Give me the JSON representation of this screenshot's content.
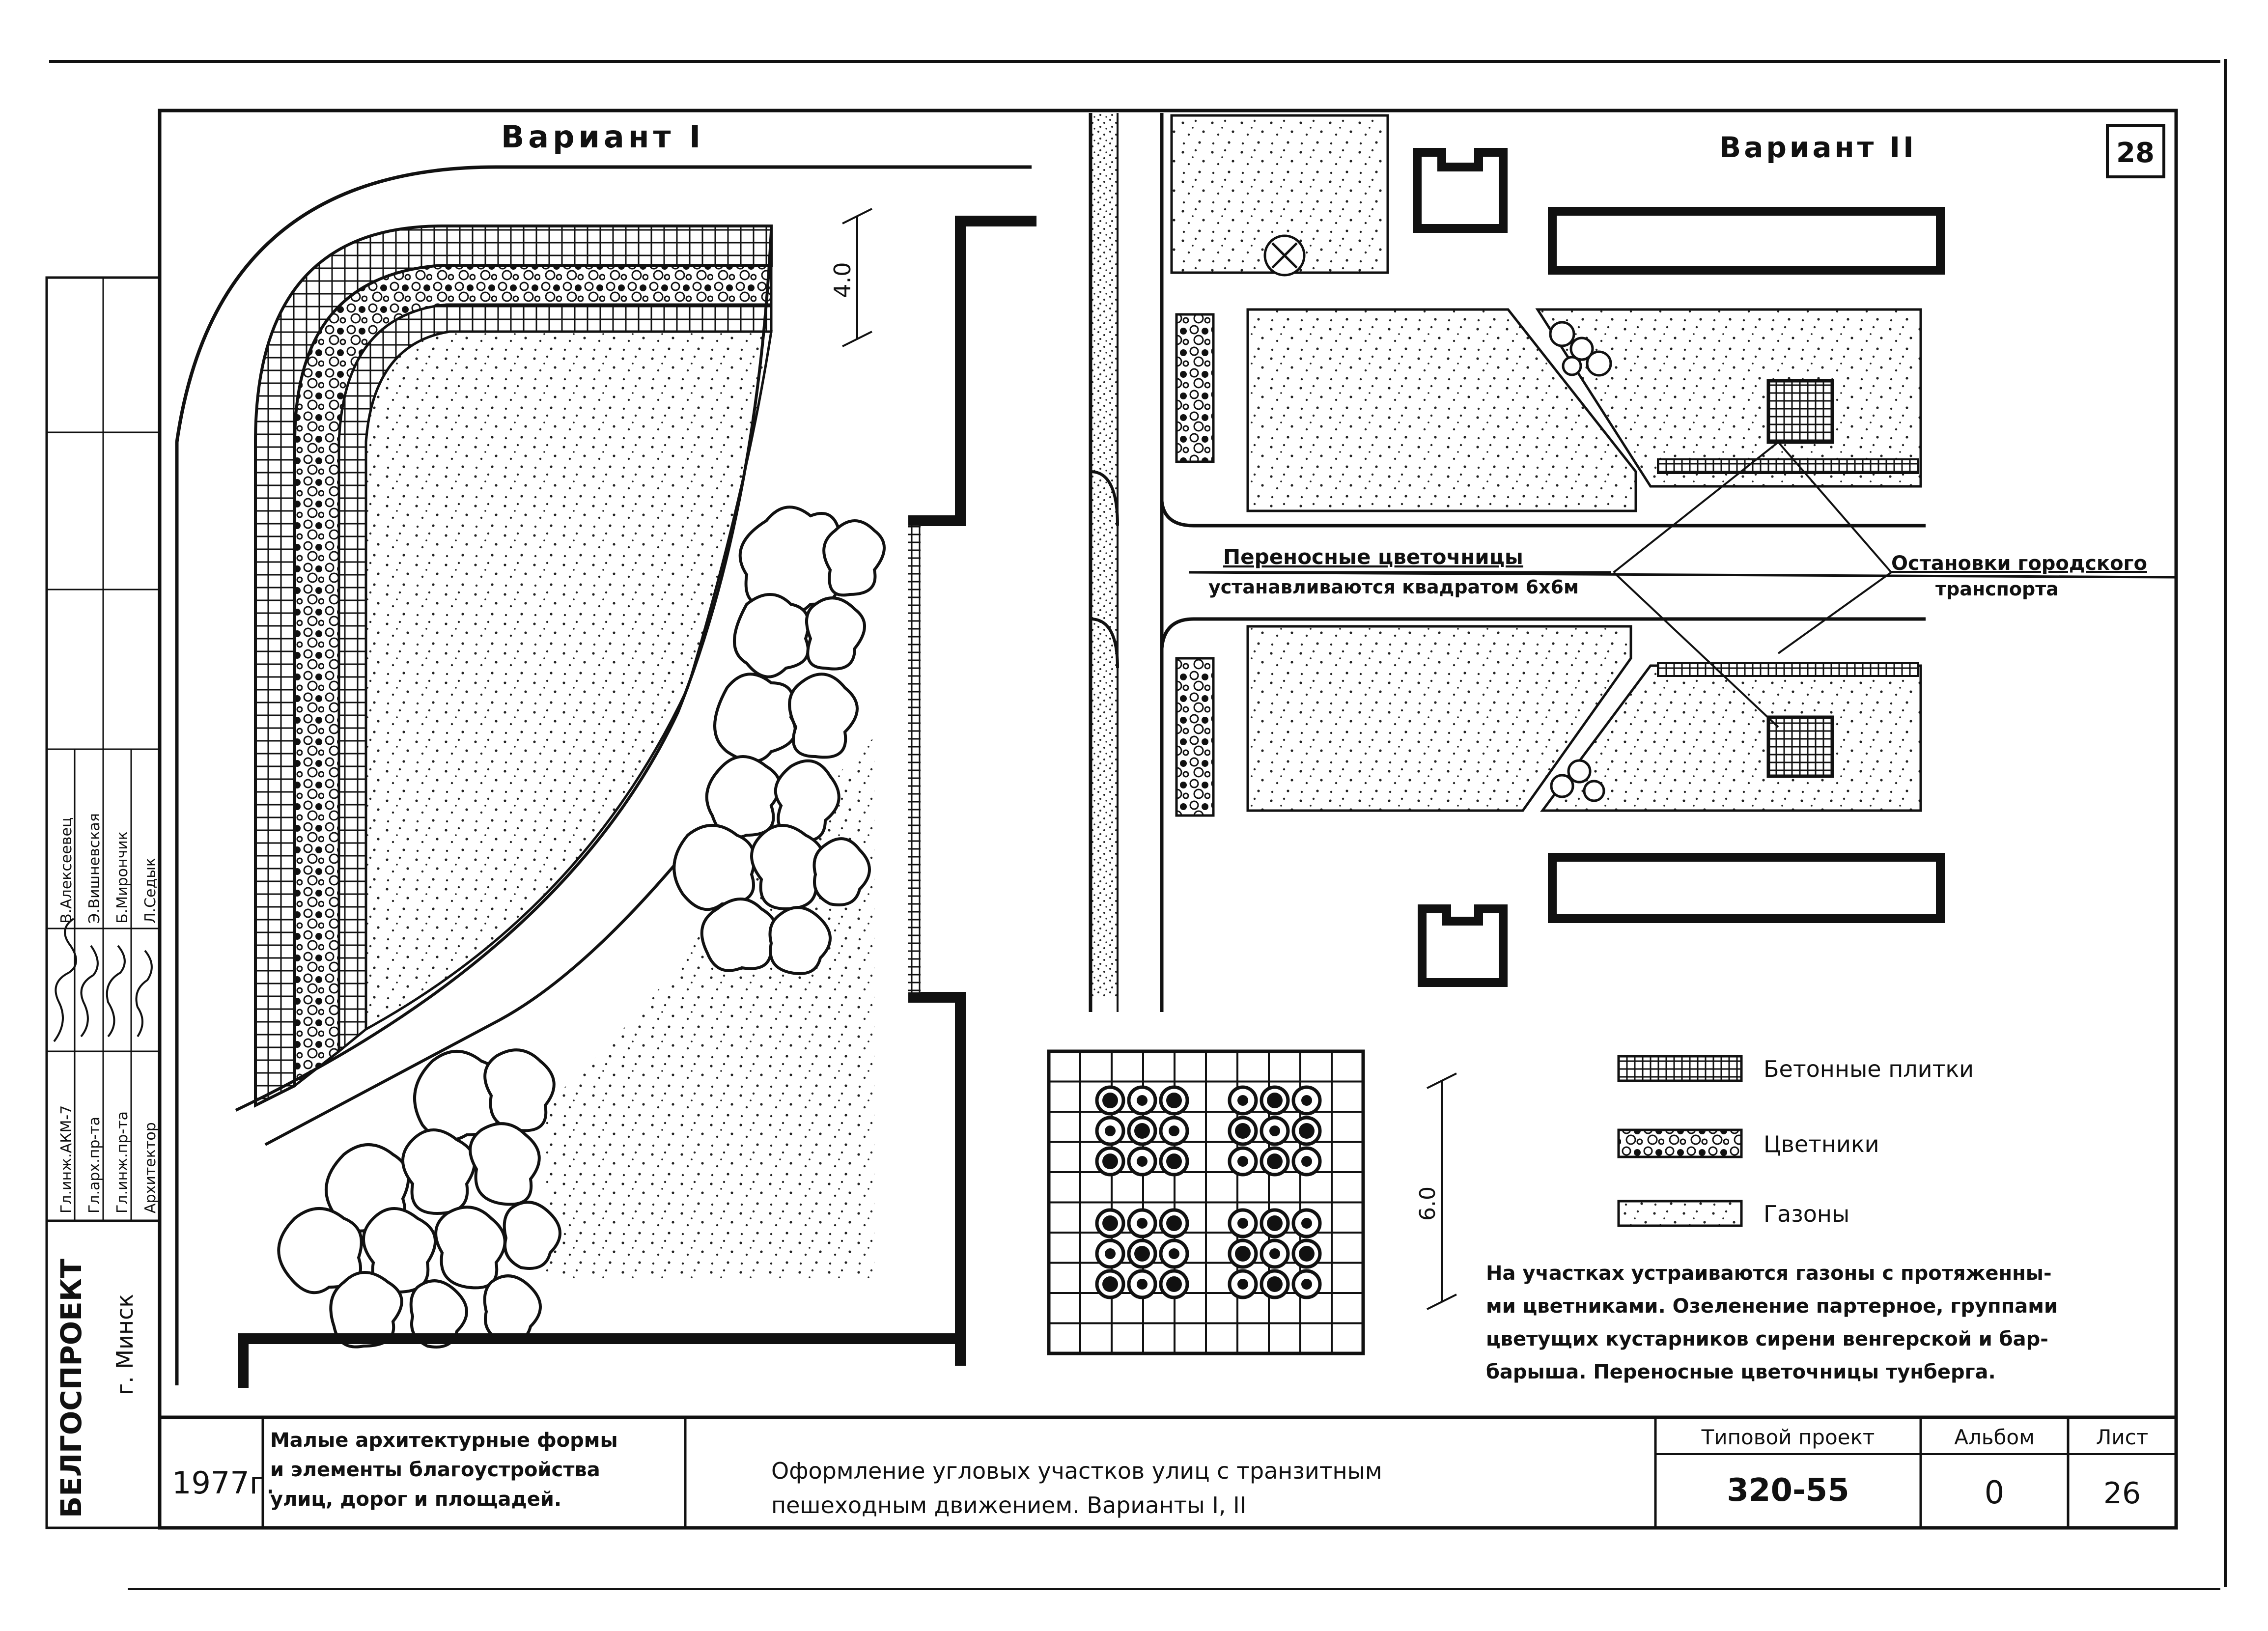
{
  "sheet_number_top": "28",
  "variant1_title": "Вариант I",
  "variant2_title": "Вариант II",
  "dimension_40": "4.0",
  "dimension_60": "6.0",
  "label_portable": {
    "line1": "Переносные цветочницы",
    "line2": "устанавливаются квадратом 6х6м"
  },
  "label_stops": {
    "line1": "Остановки городского",
    "line2": "транспорта"
  },
  "legend": [
    {
      "key": "tiles",
      "label": "Бетонные плитки"
    },
    {
      "key": "flowers",
      "label": "Цветники"
    },
    {
      "key": "lawn",
      "label": "Газоны"
    }
  ],
  "description": [
    "На участках устраиваются газоны с протяженны-",
    "ми цветниками. Озеленение партерное, группами",
    "цветущих кустарников сирени венгерской и бар-",
    "барыша. Переносные цветочницы тунберга."
  ],
  "stamp": {
    "org": "БЕЛГОСПРОЕКТ",
    "city": "г. Минск",
    "roles": [
      "Гл.инж.АКМ-7",
      "Гл.арх.пр-та",
      "Гл.инж.пр-та",
      "Архитектор"
    ],
    "names": [
      "В.Алексеевец",
      "Э.Вишневская",
      "Б.Мирончик",
      "Л.Седык"
    ]
  },
  "title_block": {
    "year": "1977г.",
    "series": [
      "Малые архитектурные формы",
      "и элементы благоустройства",
      "улиц, дорог и площадей."
    ],
    "title": [
      "Оформление угловых участков улиц с транзитным",
      "пешеходным движением. Варианты I, II"
    ],
    "project_label": "Типовой проект",
    "project_value": "320-55",
    "album_label": "Альбом",
    "album_value": "0",
    "sheet_label": "Лист",
    "sheet_value": "26"
  }
}
